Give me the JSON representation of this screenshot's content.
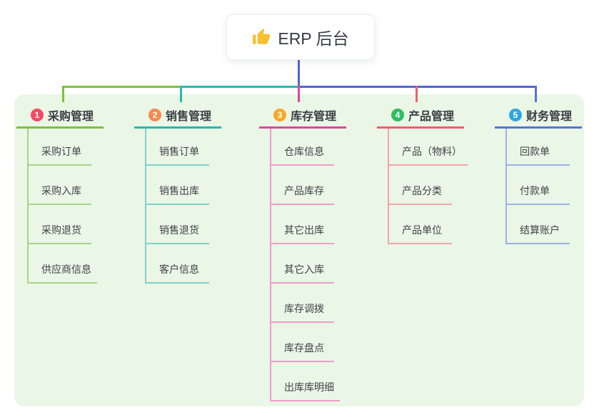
{
  "root": {
    "label": "ERP 后台",
    "icon": "thumbs-up-icon"
  },
  "colors": {
    "page_bg": "#ffffff",
    "panel_bg": "#eaf6e6",
    "card_bg": "#ffffff",
    "root_connector": "#5165d6",
    "title_text": "#3a3f45",
    "child_text": "#3f444b",
    "thumb_icon": "#f5c032"
  },
  "branches": [
    {
      "number": "1",
      "title": "采购管理",
      "badge_color": "#f64a62",
      "line_color": "#7dc13f",
      "child_line_color": "#a6d583",
      "children": [
        "采购订单",
        "采购入库",
        "采购退货",
        "供应商信息"
      ]
    },
    {
      "number": "2",
      "title": "销售管理",
      "badge_color": "#f98a4b",
      "line_color": "#28b9ab",
      "child_line_color": "#7fd3c9",
      "children": [
        "销售订单",
        "销售出库",
        "销售退货",
        "客户信息"
      ]
    },
    {
      "number": "3",
      "title": "库存管理",
      "badge_color": "#f9a825",
      "line_color": "#e0459c",
      "child_line_color": "#f19cca",
      "children": [
        "仓库信息",
        "产品库存",
        "其它出库",
        "其它入库",
        "库存调拨",
        "库存盘点",
        "出库库明细"
      ]
    },
    {
      "number": "4",
      "title": "产品管理",
      "badge_color": "#2dbd5f",
      "line_color": "#f25c6e",
      "child_line_color": "#f8a2ab",
      "children": [
        "产品（物料）",
        "产品分类",
        "产品单位"
      ]
    },
    {
      "number": "5",
      "title": "财务管理",
      "badge_color": "#2ea7e0",
      "line_color": "#5276d8",
      "child_line_color": "#9db2e6",
      "children": [
        "回款单",
        "付款单",
        "结算账户"
      ]
    }
  ]
}
